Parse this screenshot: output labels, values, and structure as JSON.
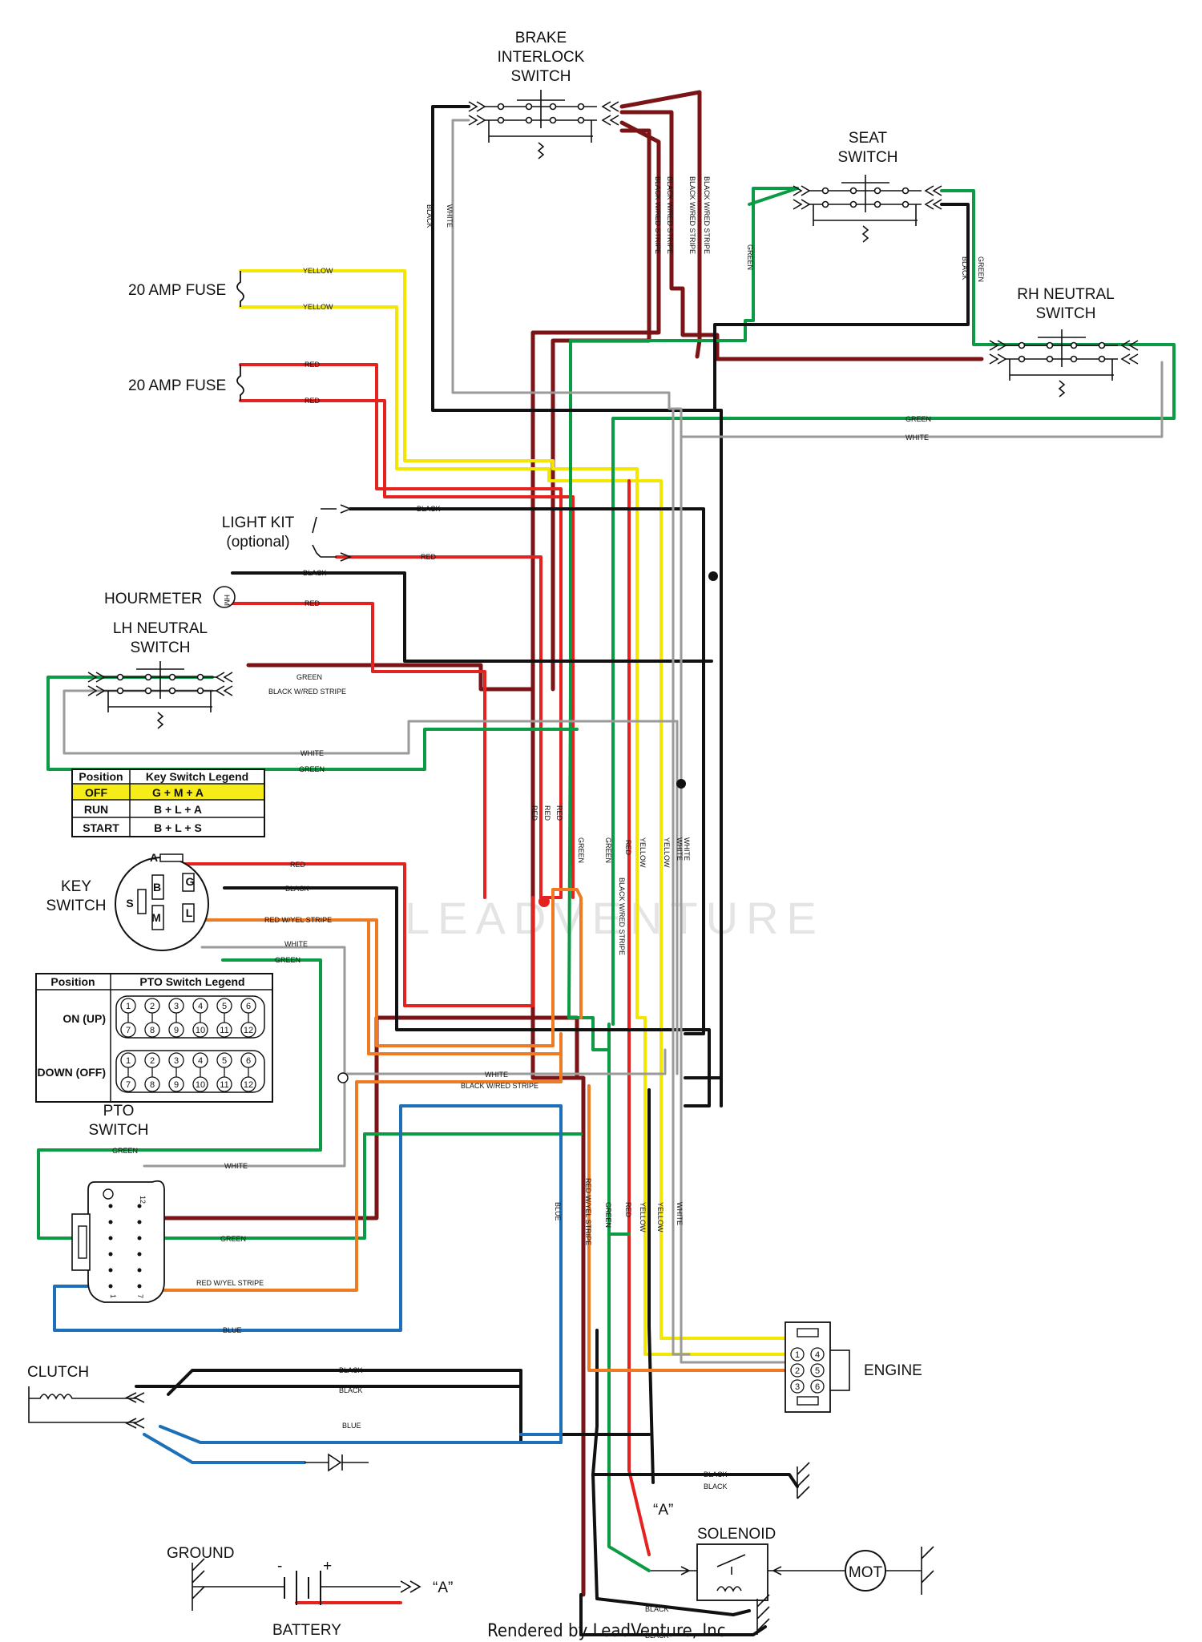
{
  "components": {
    "brake_interlock": [
      "BRAKE",
      "INTERLOCK",
      "SWITCH"
    ],
    "seat_switch": [
      "SEAT",
      "SWITCH"
    ],
    "rh_neutral": [
      "RH NEUTRAL",
      "SWITCH"
    ],
    "fuse_1": "20 AMP FUSE",
    "fuse_2": "20 AMP FUSE",
    "light_kit": [
      "LIGHT KIT",
      "(optional)"
    ],
    "hourmeter": "HOURMETER",
    "lh_neutral": [
      "LH NEUTRAL",
      "SWITCH"
    ],
    "key_switch": [
      "KEY",
      "SWITCH"
    ],
    "pto_switch": [
      "PTO",
      "SWITCH"
    ],
    "clutch": "CLUTCH",
    "engine": "ENGINE",
    "ground": "GROUND",
    "battery": "BATTERY",
    "solenoid": "SOLENOID",
    "motor": "MOT",
    "terminal_a": "“A”"
  },
  "key_switch_legend": {
    "headers": [
      "Position",
      "Key Switch Legend"
    ],
    "rows": [
      {
        "position": "OFF",
        "value": "G + M + A",
        "highlight": true
      },
      {
        "position": "RUN",
        "value": "B + L + A",
        "highlight": false
      },
      {
        "position": "START",
        "value": "B + L + S",
        "highlight": false
      }
    ],
    "highlight_color": "#f5ec1a"
  },
  "pto_switch_legend": {
    "headers": [
      "Position",
      "PTO Switch Legend"
    ],
    "rows": [
      "ON (UP)",
      "DOWN (OFF)"
    ],
    "top_pins": [
      "1",
      "2",
      "3",
      "4",
      "5",
      "6"
    ],
    "bottom_pins": [
      "7",
      "8",
      "9",
      "10",
      "11",
      "12"
    ]
  },
  "key_switch_terminals": [
    "A",
    "B",
    "G",
    "S",
    "M",
    "L"
  ],
  "wire_labels": {
    "yellow": "YELLOW",
    "red": "RED",
    "black": "BLACK",
    "white": "WHITE",
    "green": "GREEN",
    "blue": "BLUE",
    "black_red": "BLACK W/RED STRIPE",
    "red_yel": "RED W/YEL STRIPE"
  },
  "engine_pins": [
    "1",
    "2",
    "3",
    "4",
    "5",
    "6"
  ],
  "connector_pins": [
    "12",
    "1",
    "7"
  ],
  "watermark": "LEADVENTURE",
  "footer": "Rendered by LeadVenture, Inc.",
  "colors": {
    "red": "#e42320",
    "yellow": "#f3e600",
    "green": "#0b9b45",
    "black": "#111111",
    "white": "#9a9a9a",
    "blue": "#1d6fb8",
    "orange": "#ee7a24",
    "darkred": "#7a1416"
  }
}
